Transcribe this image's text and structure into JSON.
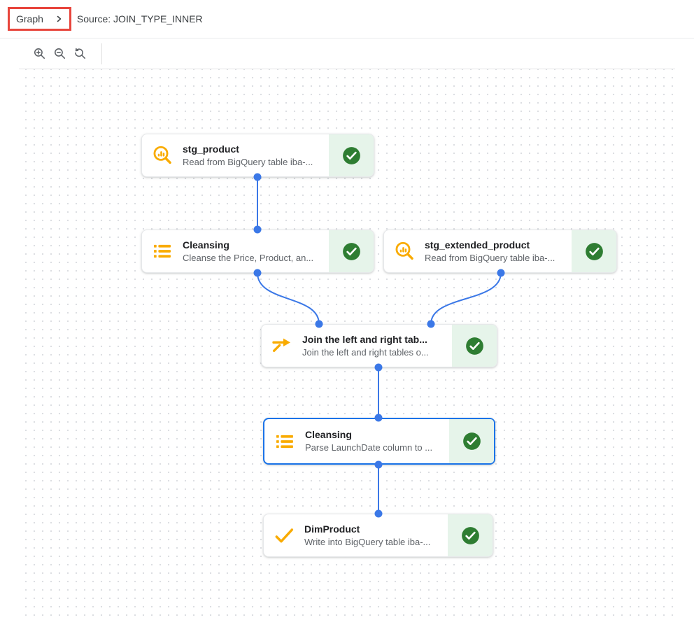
{
  "breadcrumb": {
    "graph_label": "Graph",
    "source_label": "Source: JOIN_TYPE_INNER"
  },
  "toolbar": {
    "icons": [
      "zoom-in-icon",
      "zoom-out-icon",
      "zoom-reset-icon"
    ]
  },
  "colors": {
    "edge_blue": "#3b78e7",
    "selected_border_blue": "#1a73e8",
    "success_circle_green": "#2e7d32",
    "success_panel_green": "#e6f4ea",
    "icon_amber": "#f9ab00",
    "annotation_red": "#e8453c",
    "subtitle_gray": "#5f6368"
  },
  "nodes": [
    {
      "title": "stg_product",
      "subtitle": "Read from BigQuery table iba-...",
      "icon": "query-read-icon",
      "status": "success",
      "selected": false
    },
    {
      "title": "Cleansing",
      "subtitle": "Cleanse the Price, Product, an...",
      "icon": "list-icon",
      "status": "success",
      "selected": false
    },
    {
      "title": "stg_extended_product",
      "subtitle": "Read from BigQuery table iba-...",
      "icon": "query-read-icon",
      "status": "success",
      "selected": false
    },
    {
      "title": "Join the left and right tab...",
      "subtitle": "Join the left and right tables o...",
      "icon": "join-icon",
      "status": "success",
      "selected": false
    },
    {
      "title": "Cleansing",
      "subtitle": "Parse LaunchDate column to ...",
      "icon": "list-icon",
      "status": "success",
      "selected": true
    },
    {
      "title": "DimProduct",
      "subtitle": "Write into BigQuery table iba-...",
      "icon": "check-icon",
      "status": "success",
      "selected": false
    }
  ],
  "edges": [
    {
      "from": "stg_product",
      "to": "Cleansing"
    },
    {
      "from": "Cleansing",
      "to": "Join the left and right tab..."
    },
    {
      "from": "stg_extended_product",
      "to": "Join the left and right tab..."
    },
    {
      "from": "Join the left and right tab...",
      "to": "Cleansing (selected)"
    },
    {
      "from": "Cleansing (selected)",
      "to": "DimProduct"
    }
  ]
}
